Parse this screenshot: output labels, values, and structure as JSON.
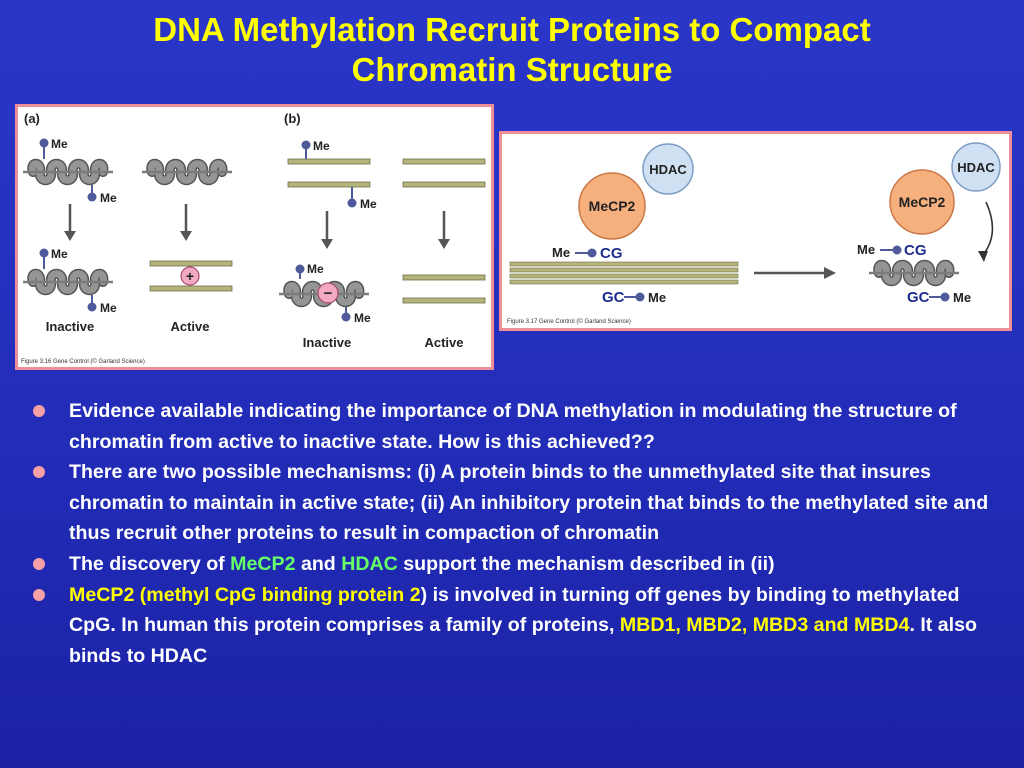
{
  "title": {
    "line1": "DNA Methylation Recruit Proteins to Compact",
    "line2": "Chromatin Structure"
  },
  "figure_316": {
    "label_a": "(a)",
    "label_b": "(b)",
    "me": "Me",
    "plus": "+",
    "minus": "−",
    "inactive": "Inactive",
    "active": "Active",
    "caption": "Figure 3.16 Gene Control (© Garland Science)"
  },
  "figure_317": {
    "hdac": "HDAC",
    "mecp2": "MeCP2",
    "me": "Me",
    "cg": "CG",
    "gc": "GC",
    "caption": "Figure 3.17 Gene Control (© Garland Science)"
  },
  "bullets": {
    "b1": "Evidence available indicating the importance of DNA methylation in modulating the structure of chromatin from active to inactive state.  How is this achieved??",
    "b2": "There are two possible mechanisms: (i) A protein binds to the unmethylated site that insures chromatin to maintain in active state; (ii) An inhibitory protein that binds to the methylated site and thus recruit other proteins to result in compaction of chromatin",
    "b3_pre": "The discovery of ",
    "b3_mecp2": "MeCP2",
    "b3_and": " and ",
    "b3_hdac": "HDAC",
    "b3_post": " support the mechanism described in (ii)",
    "b4_y1": "MeCP2  (methyl CpG binding protein 2",
    "b4_mid": ") is involved in turning off genes by binding to methylated CpG.  In human this protein comprises a family of proteins, ",
    "b4_y2": "MBD1, MBD2, MBD3 and MBD4",
    "b4_post": ".  It also binds to HDAC"
  },
  "colors": {
    "background": "#2631c0",
    "title": "#ffff00",
    "highlight_green": "#66ff66",
    "bullet_dot": "#f4a0a6",
    "panel_border": "#ee8e98",
    "mecp2_fill": "#f5b07e",
    "hdac_fill": "#cfe0f2",
    "dna_strand": "#b5b47c",
    "coil": "#8d8d8d",
    "methyl": "#4e5a9a"
  }
}
